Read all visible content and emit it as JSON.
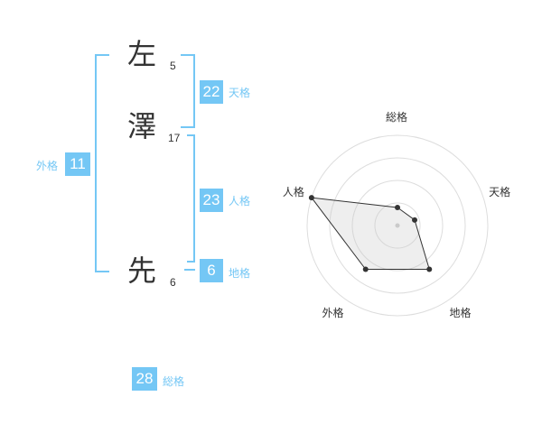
{
  "name": {
    "chars": [
      {
        "char": "左",
        "strokes": "5"
      },
      {
        "char": "澤",
        "strokes": "17"
      },
      {
        "char": "先",
        "strokes": "6"
      }
    ]
  },
  "fortunes": {
    "tenkaku": {
      "value": "22",
      "label": "天格"
    },
    "jinkaku": {
      "value": "23",
      "label": "人格"
    },
    "chikaku": {
      "value": "6",
      "label": "地格"
    },
    "gaikaku": {
      "value": "11",
      "label": "外格"
    },
    "soukaku": {
      "value": "28",
      "label": "総格"
    }
  },
  "colors": {
    "accent": "#74c7f5",
    "text": "#333333"
  },
  "chart_data": {
    "type": "radar",
    "axes": [
      "総格",
      "天格",
      "地格",
      "外格",
      "人格"
    ],
    "levels": 4,
    "scale_max": 5,
    "values": [
      1,
      1,
      3,
      3,
      5
    ],
    "grid": true
  }
}
